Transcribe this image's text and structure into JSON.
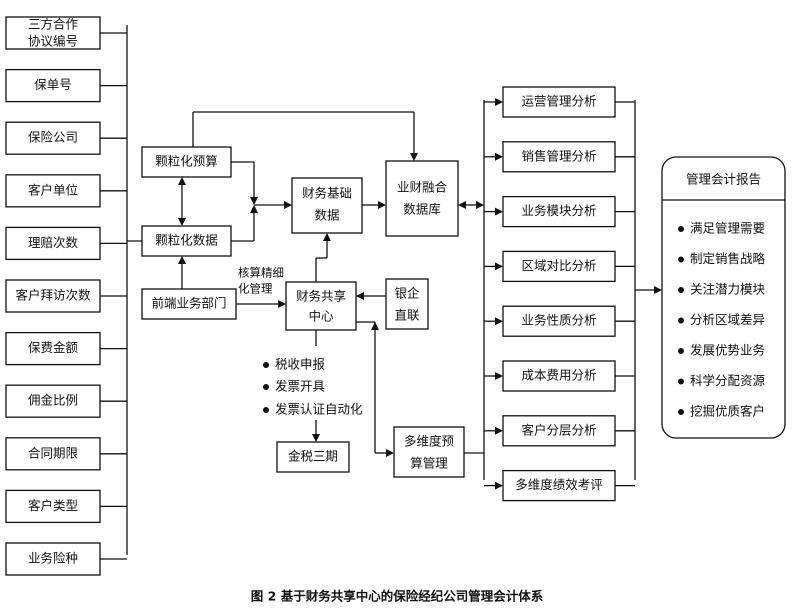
{
  "left_fields": [
    {
      "lines": [
        "三方合作",
        "协议编号"
      ]
    },
    {
      "lines": [
        "保单号"
      ]
    },
    {
      "lines": [
        "保险公司"
      ]
    },
    {
      "lines": [
        "客户单位"
      ]
    },
    {
      "lines": [
        "理赔次数"
      ]
    },
    {
      "lines": [
        "客户拜访次数"
      ]
    },
    {
      "lines": [
        "保费金额"
      ]
    },
    {
      "lines": [
        "佣金比例"
      ]
    },
    {
      "lines": [
        "合同期限"
      ]
    },
    {
      "lines": [
        "客户类型"
      ]
    },
    {
      "lines": [
        "业务险种"
      ]
    }
  ],
  "middle": {
    "granular_budget": "颗粒化预算",
    "granular_data": "颗粒化数据",
    "frontend_dept": "前端业务部门",
    "accounting_note": [
      "核算精细",
      "化管理"
    ],
    "finance_base": [
      "财务基础",
      "数据"
    ],
    "shared_center": [
      "财务共享",
      "中心"
    ],
    "bank_link": [
      "银企",
      "直联"
    ],
    "tax_items": [
      "税收申报",
      "发票开具",
      "发票认证自动化"
    ],
    "golden_tax": "金税三期",
    "multi_budget": [
      "多维度预",
      "算管理"
    ],
    "fusion_db": [
      "业财融合",
      "数据库"
    ]
  },
  "analysis_boxes": [
    "运营管理分析",
    "销售管理分析",
    "业务模块分析",
    "区域对比分析",
    "业务性质分析",
    "成本费用分析",
    "客户分层分析",
    "多维度绩效考评"
  ],
  "report": {
    "title": "管理会计报告",
    "items": [
      "满足管理需要",
      "制定销售战略",
      "关注潜力模块",
      "分析区域差异",
      "发展优势业务",
      "科学分配资源",
      "挖掘优质客户"
    ]
  },
  "caption": "图 2   基于财务共享中心的保险经纪公司管理会计体系"
}
